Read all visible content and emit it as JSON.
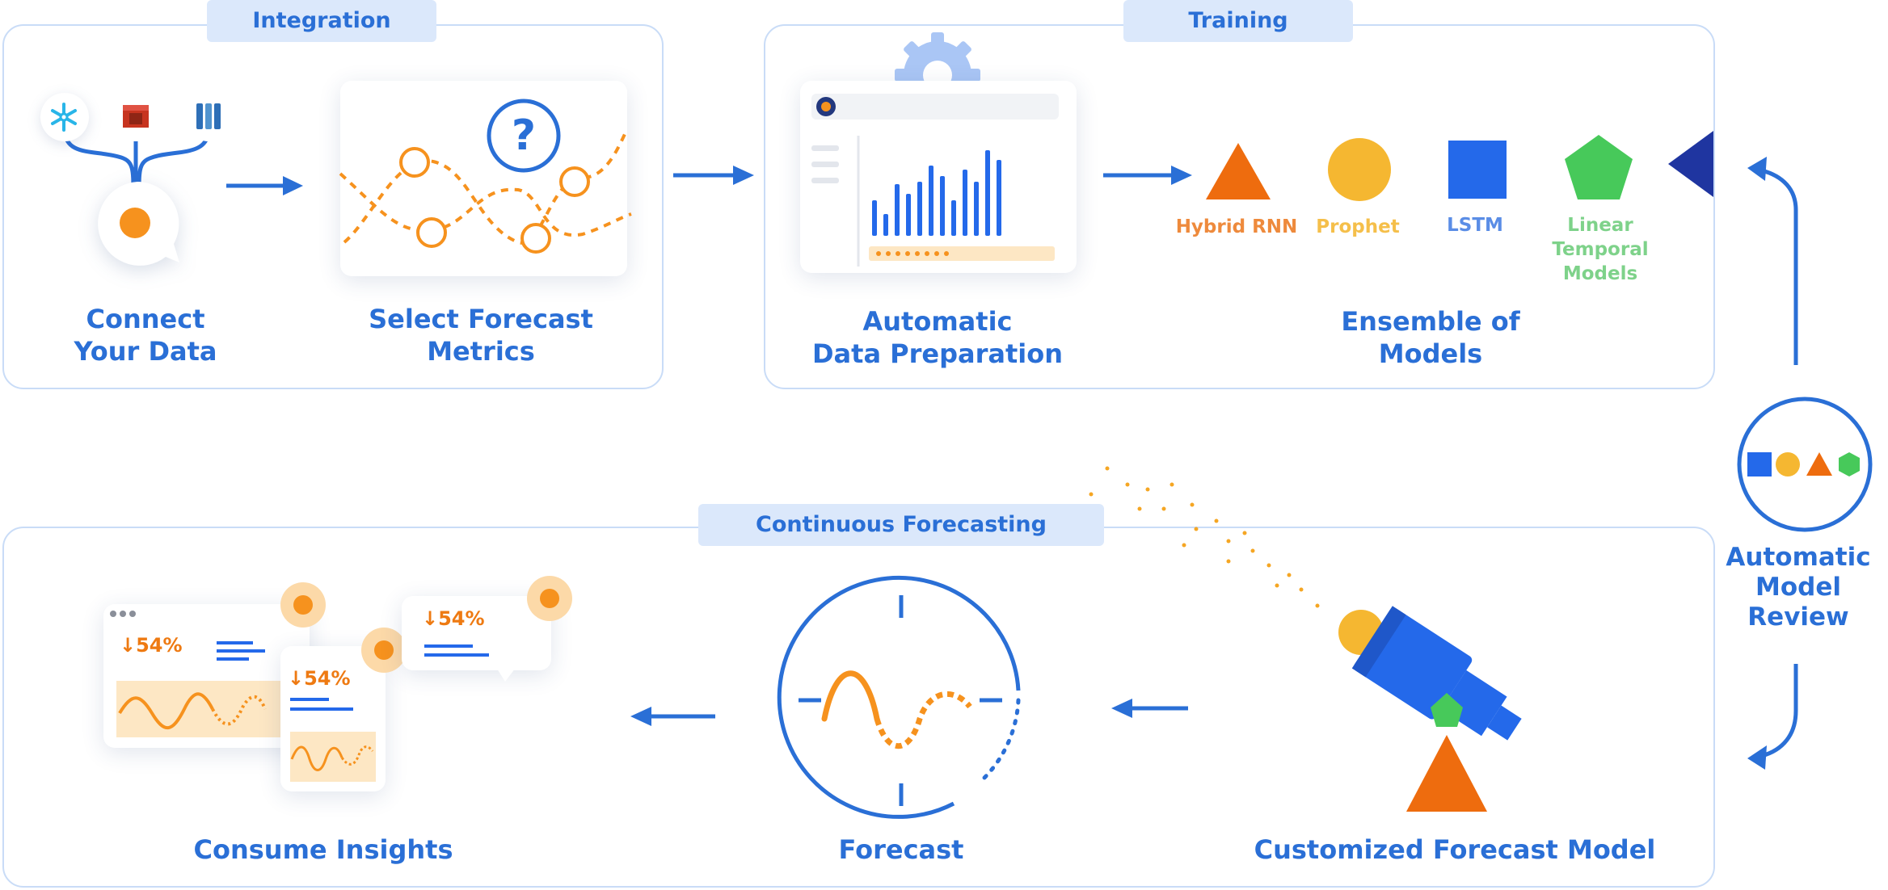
{
  "sections": {
    "integration": "Integration",
    "training": "Training",
    "continuous": "Continuous Forecasting"
  },
  "steps": {
    "connect": "Connect\nYour Data",
    "select": "Select Forecast\nMetrics",
    "prep": "Automatic\nData Preparation",
    "ensemble": "Ensemble of\nModels",
    "review": "Automatic\nModel\nReview",
    "custom": "Customized Forecast Model",
    "forecast": "Forecast",
    "consume": "Consume Insights"
  },
  "models": [
    {
      "name": "Hybrid RNN",
      "shape": "triangle",
      "color": "#ee6c0e"
    },
    {
      "name": "Prophet",
      "shape": "circle",
      "color": "#f5b731"
    },
    {
      "name": "LSTM",
      "shape": "square",
      "color": "#2469ea"
    },
    {
      "name": "Linear\nTemporal\nModels",
      "shape": "pentagon",
      "color": "#47c95a"
    }
  ],
  "insights": {
    "pct1": "↓54%",
    "pct2": "↓54%",
    "pct3": "↓54%"
  },
  "icons": {
    "question": "?",
    "sources": [
      "snowflake-icon",
      "aws-redshift-icon",
      "database-icon"
    ]
  },
  "colors": {
    "blue": "#2a6fd6",
    "orange": "#ee7a12",
    "yellow": "#f5b731",
    "green": "#47c95a",
    "panel_border": "#c9dcf7",
    "tag_bg": "#dbe8fb"
  }
}
